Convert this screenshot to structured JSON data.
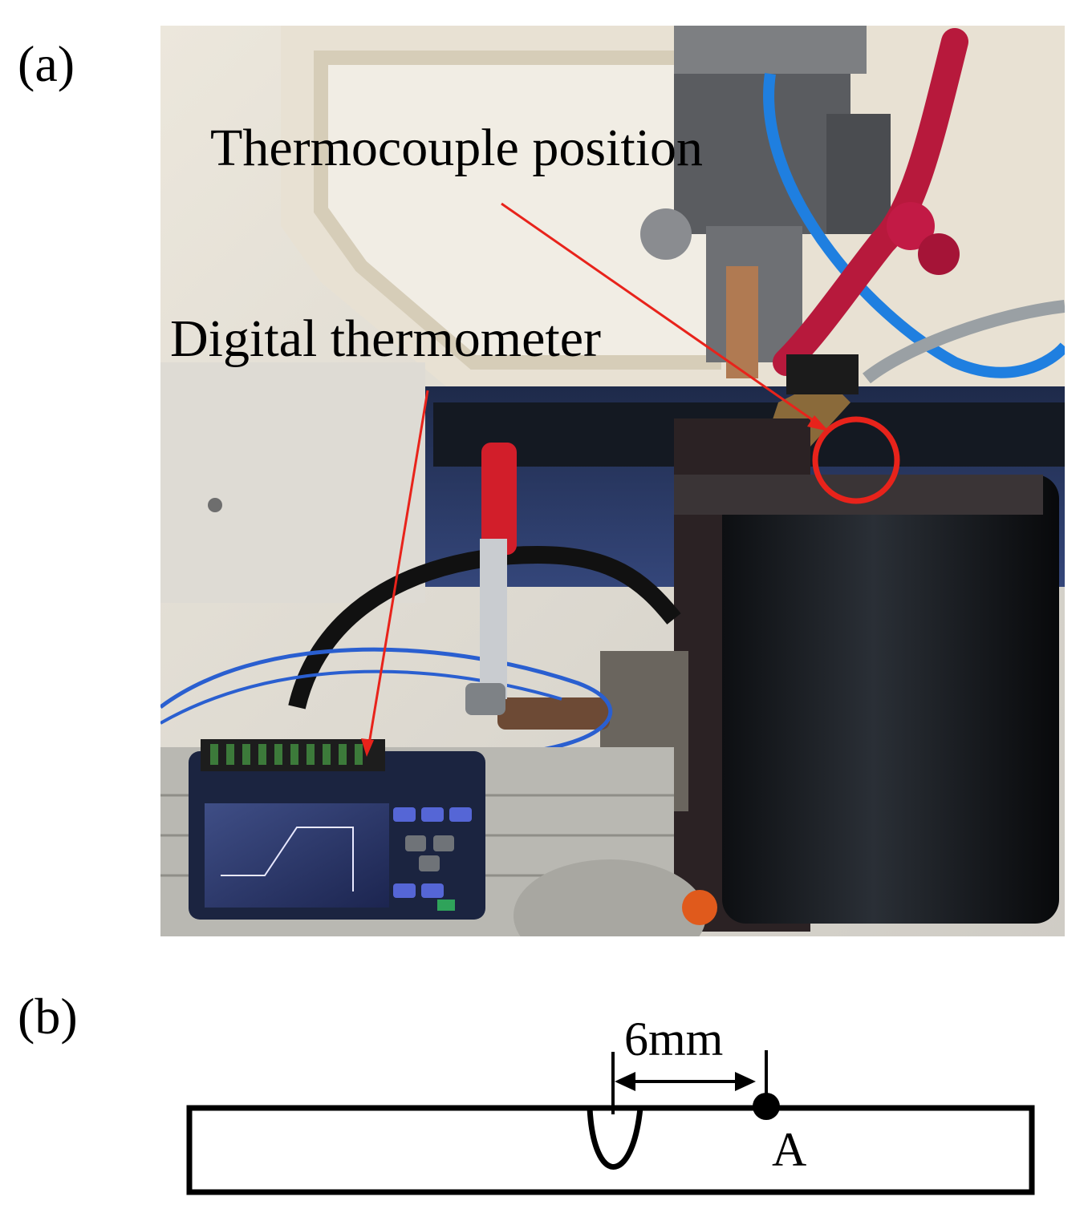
{
  "figure": {
    "panel_a": {
      "label": "(a)",
      "annotations": {
        "thermocouple": "Thermocouple position",
        "thermometer": "Digital thermometer"
      },
      "colors": {
        "arrow": "#e8231b",
        "highlight_circle": "#e8231b"
      }
    },
    "panel_b": {
      "label": "(b)",
      "dimension": "6mm",
      "point_label": "A"
    }
  }
}
